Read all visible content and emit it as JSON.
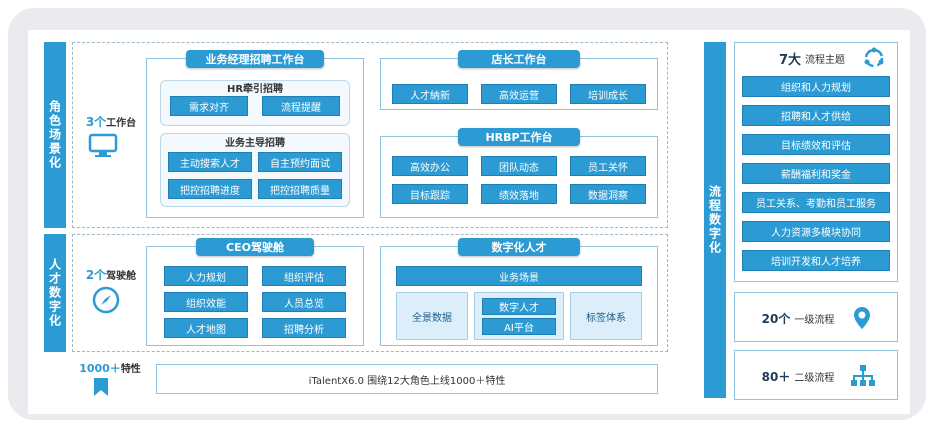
{
  "left_bars": {
    "role": "角色场景化",
    "talent": "人才数字化"
  },
  "workbench_count": {
    "num": "3个",
    "unit": "工作台"
  },
  "cockpit_count": {
    "num": "2个",
    "unit": "驾驶舱"
  },
  "traits": {
    "num": "1000＋",
    "unit": "特性",
    "banner": "iTalentX6.0 围绕12大角色上线1000＋特性"
  },
  "business_manager": {
    "title": "业务经理招聘工作台",
    "hr_group": {
      "title": "HR牵引招聘",
      "items": [
        "需求对齐",
        "流程提醒"
      ]
    },
    "biz_group": {
      "title": "业务主导招聘",
      "items": [
        "主动搜索人才",
        "自主预约面试",
        "把控招聘进度",
        "把控招聘质量"
      ]
    }
  },
  "store_manager": {
    "title": "店长工作台",
    "items": [
      "人才納新",
      "高效运营",
      "培训成长"
    ]
  },
  "hrbp": {
    "title": "HRBP工作台",
    "items": [
      "高效办公",
      "团队动态",
      "员工关怀",
      "目标跟踪",
      "绩效落地",
      "数据洞察"
    ]
  },
  "ceo": {
    "title": "CEO驾驶舱",
    "items": [
      "人力规划",
      "组织评估",
      "组织效能",
      "人员总览",
      "人才地图",
      "招聘分析"
    ]
  },
  "digital_talent": {
    "title": "数字化人才",
    "scene": "业务场景",
    "left": "全景数据",
    "mid_top": "数字人才",
    "mid_bottom": "AI平台",
    "right": "标签体系"
  },
  "right_bar": "流程数字化",
  "themes": {
    "num": "7大",
    "unit": "流程主题",
    "items": [
      "组织和人力规划",
      "招聘和人才供给",
      "目标绩效和评估",
      "薪酬福利和奖金",
      "员工关系、考勤和员工服务",
      "人力资源多模块协同",
      "培训开发和人才培养"
    ]
  },
  "level1": {
    "num": "20个",
    "unit": "一级流程"
  },
  "level2": {
    "num": "80＋",
    "unit": "二级流程"
  },
  "icons": {
    "workbench": "monitor-icon",
    "cockpit": "compass-icon",
    "traits": "bookmark-icon",
    "themes": "cycle-icon",
    "level1": "location-pin-icon",
    "level2": "org-tree-icon"
  },
  "colors": {
    "accent": "#2d9bd3",
    "light": "#dceef9"
  }
}
